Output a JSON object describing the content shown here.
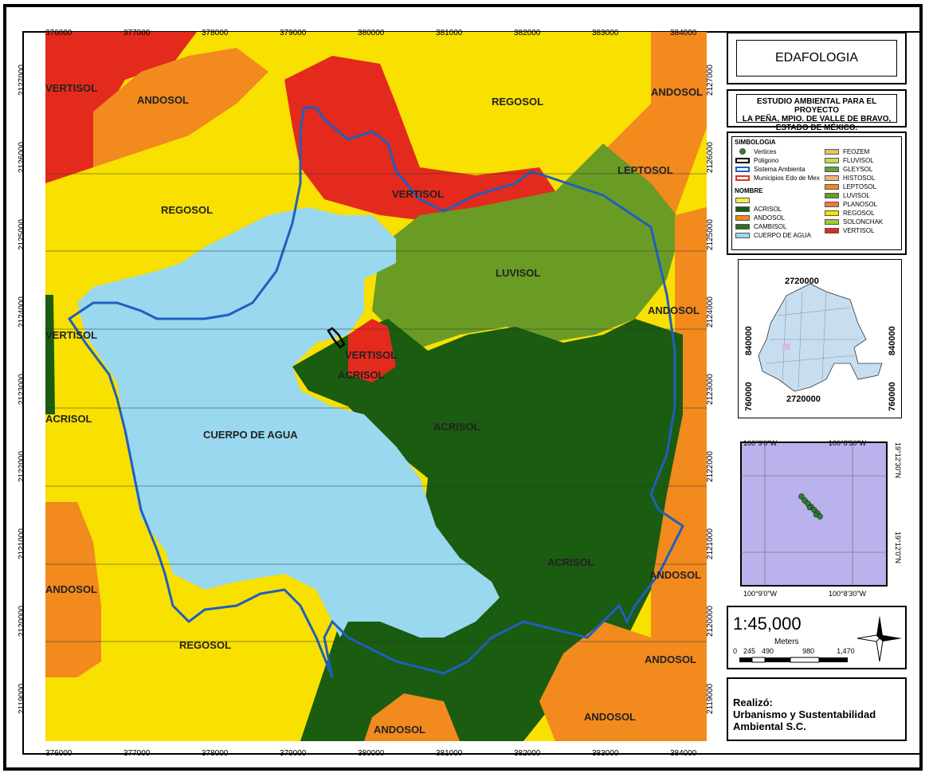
{
  "title": "EDAFOLOGIA",
  "study": [
    "ESTUDIO AMBIENTAL PARA EL PROYECTO",
    "LA PEÑA, MPIO. DE VALLE DE BRAVO,",
    "ESTADO DE MÉXICO."
  ],
  "legend": {
    "heading": "SIMBOLOGIA",
    "name_heading": "NOMBRE",
    "symbols": [
      {
        "label": "Vertices",
        "type": "point",
        "color": "#2e7d32"
      },
      {
        "label": "Poligono",
        "type": "outline",
        "color": "#000000"
      },
      {
        "label": "Sistema Ambienta",
        "type": "outline",
        "color": "#1f5fbf"
      },
      {
        "label": "Municipios Edo de Mex",
        "type": "outline",
        "color": "#e03020"
      }
    ],
    "classes": [
      {
        "label": "FEOZEM",
        "color": "#f0c060"
      },
      {
        "label": "FLUVISOL",
        "color": "#c8d850"
      },
      {
        "label": "GLEYSOL",
        "color": "#6aa040"
      },
      {
        "label": "HISTOSOL",
        "color": "#f2b47c"
      },
      {
        "label": "LEPTOSOL",
        "color": "#f28a1e"
      },
      {
        "label": "LUVISOL",
        "color": "#6a9c25"
      },
      {
        "label": "PLANOSOL",
        "color": "#f4783a"
      },
      {
        "label": "REGOSOL",
        "color": "#f8e000"
      },
      {
        "label": "SOLONCHAK",
        "color": "#a8c830"
      },
      {
        "label": "VERTISOL",
        "color": "#e42a1c"
      },
      {
        "label": "",
        "color": "#f2ec4a"
      },
      {
        "label": "ACRISOL",
        "color": "#1a5c10"
      },
      {
        "label": "ANDOSOL",
        "color": "#f28a1e"
      },
      {
        "label": "CAMBISOL",
        "color": "#2f6e22"
      },
      {
        "label": "CUERPO DE AGUA",
        "color": "#99d8ee"
      }
    ]
  },
  "colors": {
    "acrisol": "#1a5c10",
    "andosol": "#f28a1e",
    "regosol": "#f8e000",
    "vertisol": "#e42a1c",
    "luvisol": "#6a9c25",
    "leptosol": "#f28a1e",
    "agua": "#99d8ee",
    "sistema_ambiental": "#1f5fbf",
    "inset_bg": "#b9b2ec"
  },
  "map": {
    "x_ticks": [
      "376000",
      "377000",
      "378000",
      "379000",
      "380000",
      "381000",
      "382000",
      "383000",
      "384000"
    ],
    "y_ticks": [
      "2127000",
      "2126000",
      "2125000",
      "2124000",
      "2123000",
      "2122000",
      "2121000",
      "2120000",
      "2119000"
    ],
    "tick_suffix": ".000000",
    "labels": [
      "VERTISOL",
      "ANDOSOL",
      "REGOSOL",
      "ANDOSOL",
      "LEPTOSOL",
      "REGOSOL",
      "VERTISOL",
      "LUVISOL",
      "ANDOSOL",
      "VERTISOL",
      "VERTISOL",
      "ACRISOL",
      "ACRISOL",
      "ACRISOL",
      "CUERPO DE AGUA",
      "ANDOSOL",
      "ACRISOL",
      "ANDOSOL",
      "REGOSOL",
      "ANDOSOL",
      "ANDOSOL",
      "ANDOSOL"
    ]
  },
  "location_map": {
    "labels": [
      "2720000",
      "2720000",
      "840000",
      "840000",
      "760000",
      "760000"
    ]
  },
  "inset_map": {
    "labels": [
      "100°9'0\"W",
      "100°8'30\"W",
      "100°9'0\"W",
      "100°8'30\"W",
      "19°12'30\"N",
      "19°12'0\"N"
    ]
  },
  "scale": {
    "ratio": "1:45,000",
    "units": "Meters",
    "ticks": [
      "0",
      "245",
      "490",
      "980",
      "1,470"
    ]
  },
  "author": [
    "Realizó:",
    "Urbanismo y Sustentabilidad",
    "Ambiental S.C."
  ]
}
